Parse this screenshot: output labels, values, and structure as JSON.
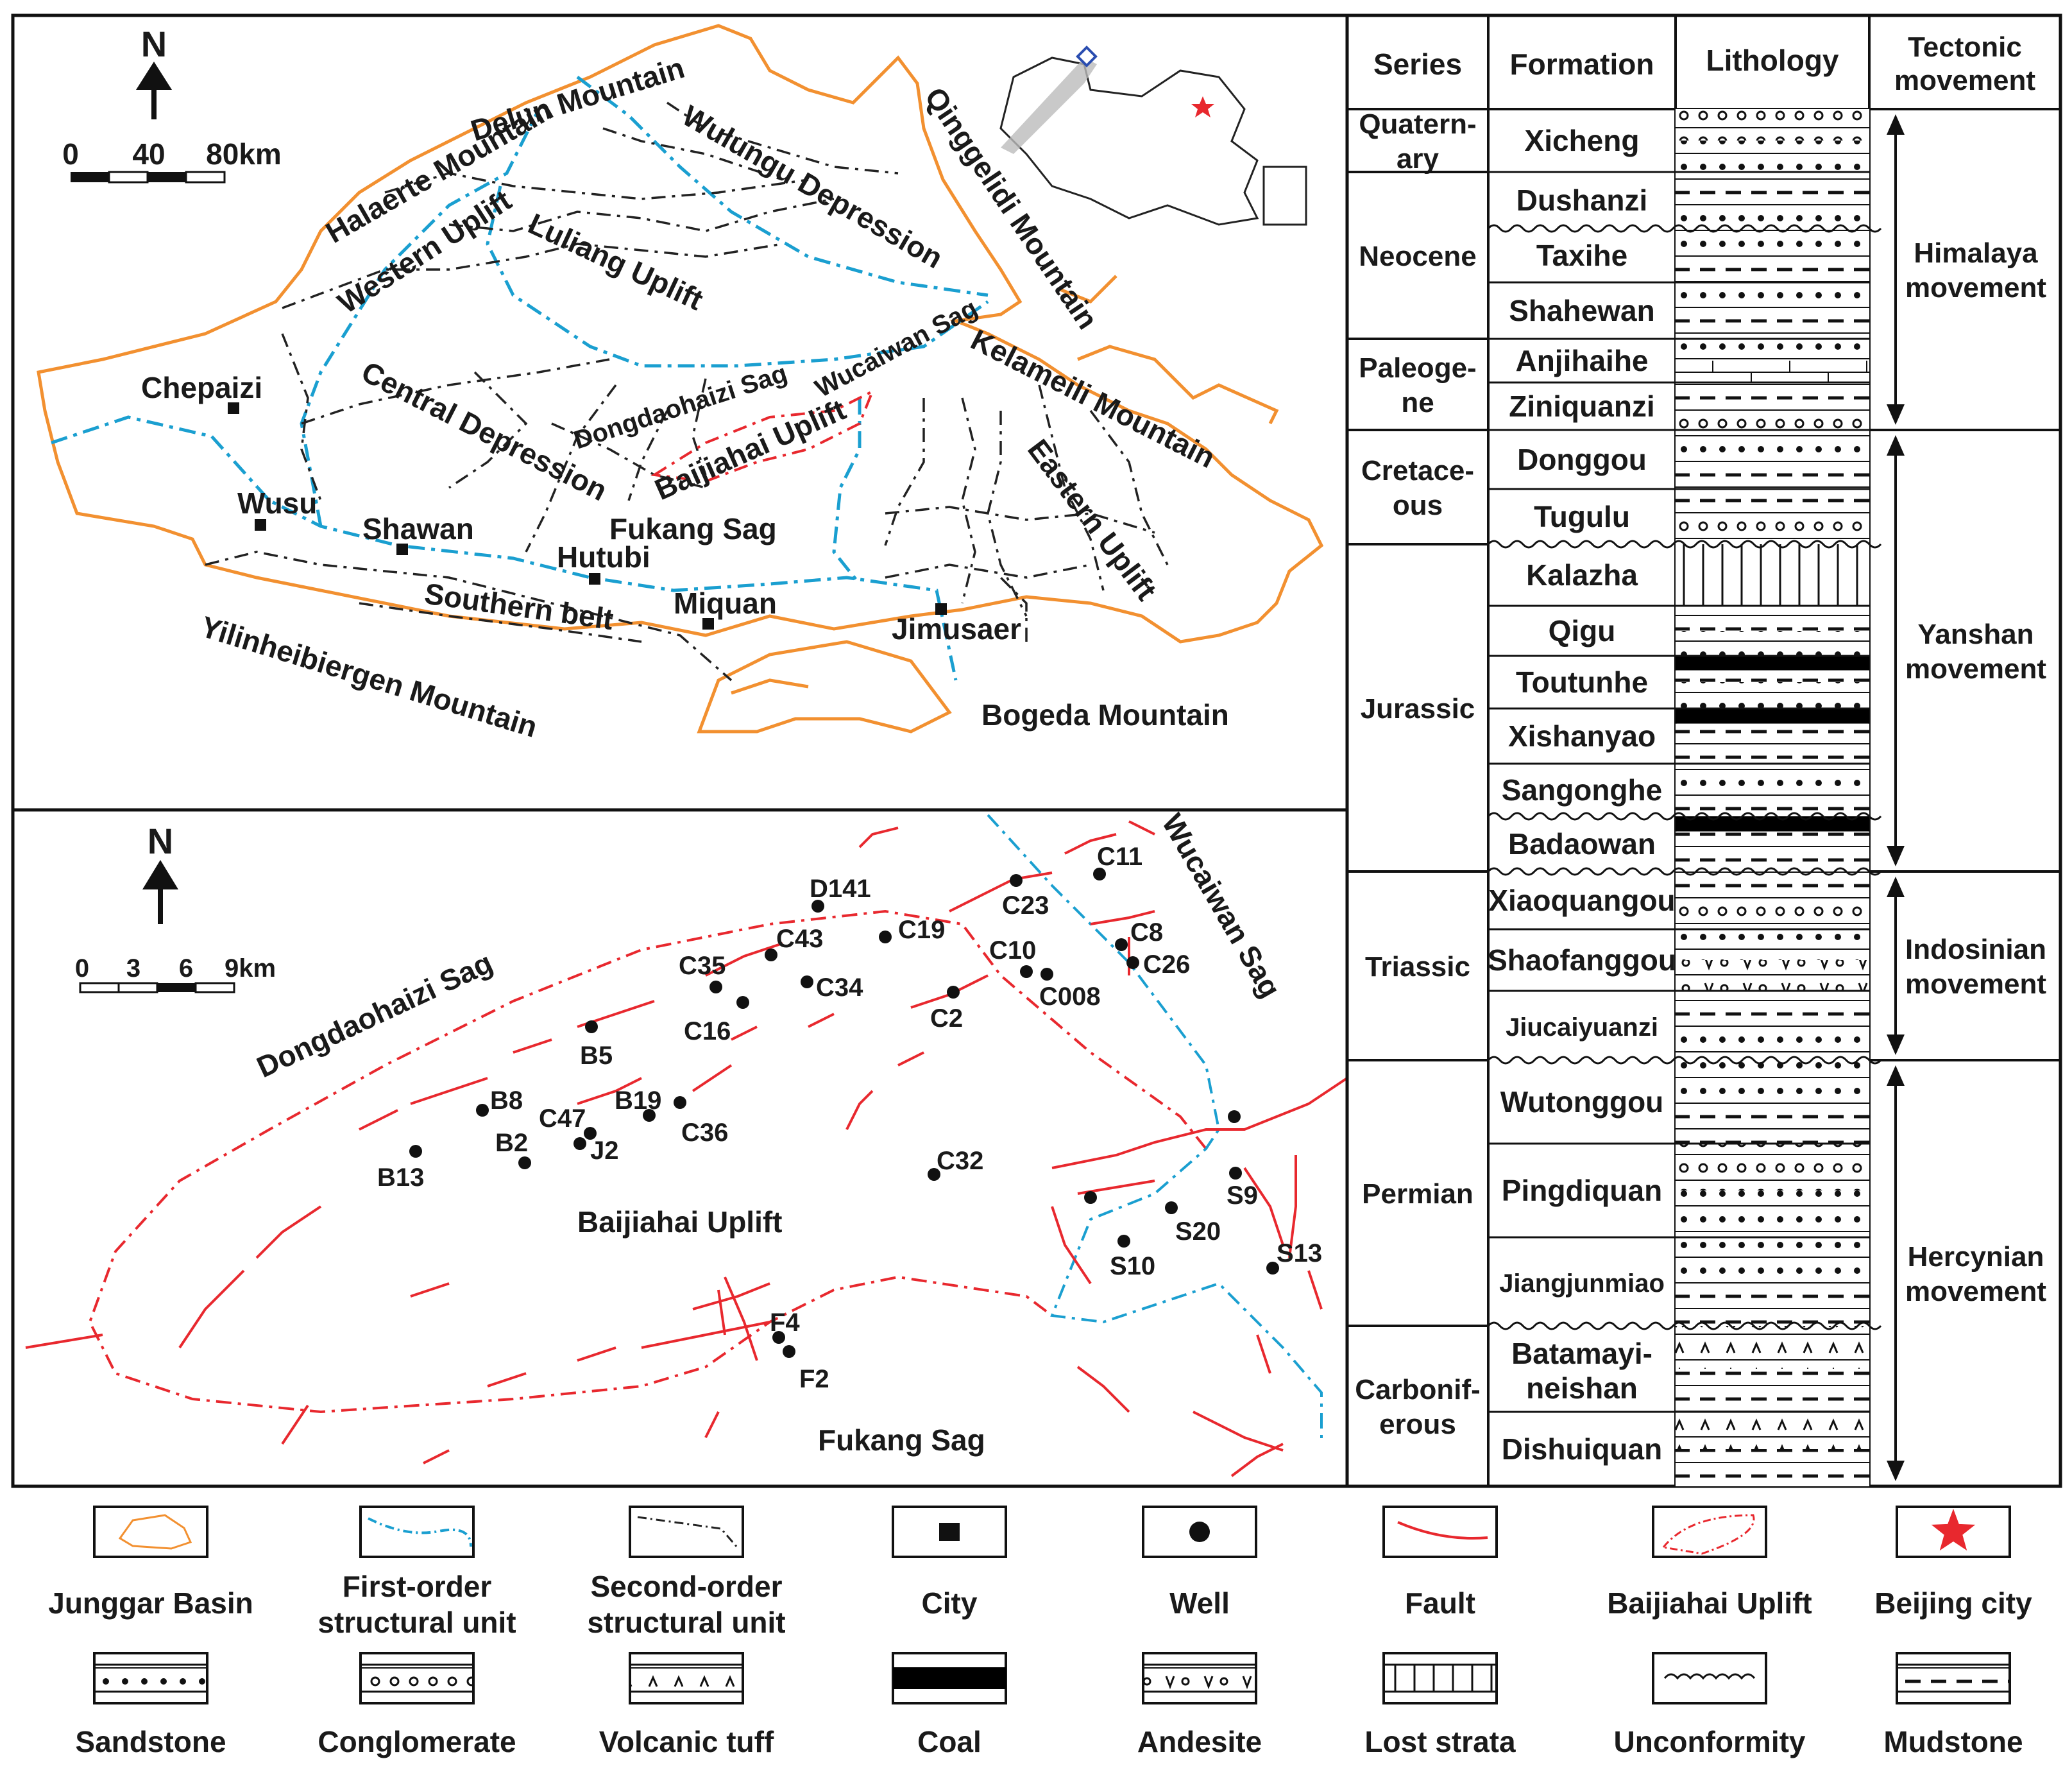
{
  "colors": {
    "basin_outline": "#f29030",
    "first_order": "#1a9fd0",
    "second_order": "#222222",
    "fault": "#e8282e",
    "uplift_outline": "#e8282e",
    "beijing_star": "#e8282e",
    "frame": "#111111",
    "coal": "#000000"
  },
  "top_map": {
    "north_label": "N",
    "scale_ticks": [
      "0",
      "40",
      "80km"
    ],
    "mountains": [
      "Halaerte Mountain",
      "Delun Mountain",
      "Qinggelidi Mountain",
      "Kelameili Mountain",
      "Yilinheibiergen Mountain",
      "Bogeda Mountain"
    ],
    "units": [
      "Western Uplift",
      "Wulungu Depression",
      "Luliang Uplift",
      "Central Depression",
      "Dongdaohaizi Sag",
      "Wucaiwan Sag",
      "Baijiahai Uplift",
      "Fukang Sag",
      "Eastern Uplift",
      "Southern belt"
    ],
    "cities": [
      "Chepaizi",
      "Wusu",
      "Shawan",
      "Hutubi",
      "Miquan",
      "Jimusaer"
    ]
  },
  "bottom_map": {
    "north_label": "N",
    "scale_ticks": [
      "0",
      "3",
      "6",
      "9km"
    ],
    "labels": [
      "Dongdaohaizi Sag",
      "Wucaiwan Sag",
      "Baijiahai Uplift",
      "Fukang Sag"
    ],
    "wells": [
      "D141",
      "C11",
      "C23",
      "C43",
      "C19",
      "C35",
      "C34",
      "C10",
      "C8",
      "C26",
      "C2",
      "C008",
      "C16",
      "B5",
      "B19",
      "B8",
      "C47",
      "C36",
      "B2",
      "J2",
      "B13",
      "C32",
      "S9",
      "S20",
      "S10",
      "S13",
      "F4",
      "F2"
    ]
  },
  "strat_column": {
    "headers": [
      "Series",
      "Formation",
      "Lithology",
      "Tectonic movement"
    ],
    "series": [
      {
        "name": "Quatern-ary",
        "lines": [
          "Quatern-",
          "ary"
        ]
      },
      {
        "name": "Neocene",
        "lines": [
          "Neocene"
        ]
      },
      {
        "name": "Paleoge-ne",
        "lines": [
          "Paleoge-",
          "ne"
        ]
      },
      {
        "name": "Cretace-ous",
        "lines": [
          "Cretace-",
          "ous"
        ]
      },
      {
        "name": "Jurassic",
        "lines": [
          "Jurassic"
        ]
      },
      {
        "name": "Triassic",
        "lines": [
          "Triassic"
        ]
      },
      {
        "name": "Permian",
        "lines": [
          "Permian"
        ]
      },
      {
        "name": "Carbonif-erous",
        "lines": [
          "Carbonif-",
          "erous"
        ]
      }
    ],
    "formations": [
      "Xicheng",
      "Dushanzi",
      "Taxihe",
      "Shahewan",
      "Anjihaihe",
      "Ziniquanzi",
      "Donggou",
      "Tugulu",
      "Kalazha",
      "Qigu",
      "Toutunhe",
      "Xishanyao",
      "Sangonghe",
      "Badaowan",
      "Xiaoquangou",
      "Shaofanggou",
      "Jiucaiyuanzi",
      "Wutonggou",
      "Pingdiquan",
      "Jiangjunmiao",
      "Batamayi-neishan",
      "Dishuiquan"
    ],
    "movements": [
      {
        "name": "Himalaya movement",
        "lines": [
          "Himalaya",
          "movement"
        ]
      },
      {
        "name": "Yanshan movement",
        "lines": [
          "Yanshan",
          "movement"
        ]
      },
      {
        "name": "Indosinian movement",
        "lines": [
          "Indosinian",
          "movement"
        ]
      },
      {
        "name": "Hercynian movement",
        "lines": [
          "Hercynian",
          "movement"
        ]
      }
    ]
  },
  "legend": {
    "row1": [
      {
        "label": "Junggar Basin",
        "lines": [
          "Junggar Basin"
        ],
        "icon": "basin-outline-icon"
      },
      {
        "label": "First-order structural unit",
        "lines": [
          "First-order",
          "structural  unit"
        ],
        "icon": "first-order-line-icon"
      },
      {
        "label": "Second-order structural unit",
        "lines": [
          "Second-order",
          "structural  unit"
        ],
        "icon": "second-order-line-icon"
      },
      {
        "label": "City",
        "lines": [
          "City"
        ],
        "icon": "city-square-icon"
      },
      {
        "label": "Well",
        "lines": [
          "Well"
        ],
        "icon": "well-dot-icon"
      },
      {
        "label": "Fault",
        "lines": [
          "Fault"
        ],
        "icon": "fault-line-icon"
      },
      {
        "label": "Baijiahai Uplift",
        "lines": [
          "Baijiahai Uplift"
        ],
        "icon": "uplift-outline-icon"
      },
      {
        "label": "Beijing city",
        "lines": [
          "Beijing city"
        ],
        "icon": "star-icon"
      }
    ],
    "row2": [
      {
        "label": "Sandstone",
        "icon": "sandstone-icon"
      },
      {
        "label": "Conglomerate",
        "icon": "conglomerate-icon"
      },
      {
        "label": "Volcanic tuff",
        "icon": "volcanic-tuff-icon"
      },
      {
        "label": "Coal",
        "icon": "coal-icon"
      },
      {
        "label": "Andesite",
        "icon": "andesite-icon"
      },
      {
        "label": "Lost strata",
        "icon": "lost-strata-icon"
      },
      {
        "label": "Unconformity",
        "icon": "unconformity-icon"
      },
      {
        "label": "Mudstone",
        "icon": "mudstone-icon"
      }
    ]
  }
}
